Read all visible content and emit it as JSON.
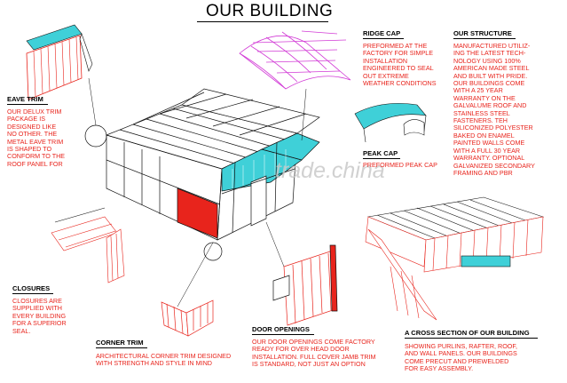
{
  "title": "OUR BUILDING",
  "watermark": "trade.china",
  "sections": {
    "eave_trim": {
      "heading": "EAVE TRIM",
      "text": "OUR DELUX TRIM\nPACKAGE IS\nDESIGNED LIKE\nNO OTHER. THE\nMETAL EAVE TRIM\nIS SHAPED TO\nCONFORM TO THE\nROOF PANEL FOR"
    },
    "ridge_cap": {
      "heading": "RIDGE CAP",
      "text": "PREFORMED AT THE\nFACTORY FOR SIMPLE\nINSTALLATION\nENGINEERED TO SEAL\nOUT EXTREME\nWEATHER CONDITIONS"
    },
    "our_structure": {
      "heading": "OUR STRUCTURE",
      "text": "MANUFACTURED UTILIZ-\nING THE LATEST TECH-\nNOLOGY USING 100%\nAMERICAN MADE STEEL\nAND BUILT WITH PRIDE.\nOUR BUILDINGS COME\nWITH A 25 YEAR\nWARRANTY ON THE\nGALVALUME ROOF AND\nSTAINLESS STEEL\nFASTENERS. TEH\nSILICONIZED POLYESTER\nBAKED ON ENAMEL\nPAINTED WALLS COME\nWITH A FULL 30 YEAR\nWARRANTY. OPTIONAL\nGALVANIZED SECONDARY\nFRAMING AND PBR"
    },
    "peak_cap": {
      "heading": "PEAK CAP",
      "text": "PREFORMED PEAK CAP"
    },
    "closures": {
      "heading": "CLOSURES",
      "text": "CLOSURES ARE\nSUPPLIED WITH\nEVERY BUILDING\nFOR A SUPERIOR\nSEAL."
    },
    "corner_trim": {
      "heading": "CORNER TRIM",
      "text": "ARCHITECTURAL CORNER TRIM DESIGNED\nWITH STRENGTH AND STYLE IN MIND"
    },
    "door_openings": {
      "heading": "DOOR OPENINGS",
      "text": "OUR DOOR OPENINGS COME FACTORY\nREADY FOR OVER HEAD DOOR\nINSTALLATION. FULL COVER JAMB TRIM\nIS STANDARD, NOT JUST AN OPTION"
    },
    "cross_section": {
      "heading": "A CROSS SECTION OF OUR BUILDING",
      "text": "SHOWING PURLINS, RAFTER, ROOF,\nAND WALL PANELS. OUR BUILDINGS\nCOME PRECUT AND PREWELDED\nFOR EASY ASSEMBLY."
    }
  },
  "colors": {
    "red": "#e8241c",
    "cyan": "#3fd0d8",
    "magenta": "#d23bd6",
    "line": "#111111"
  }
}
